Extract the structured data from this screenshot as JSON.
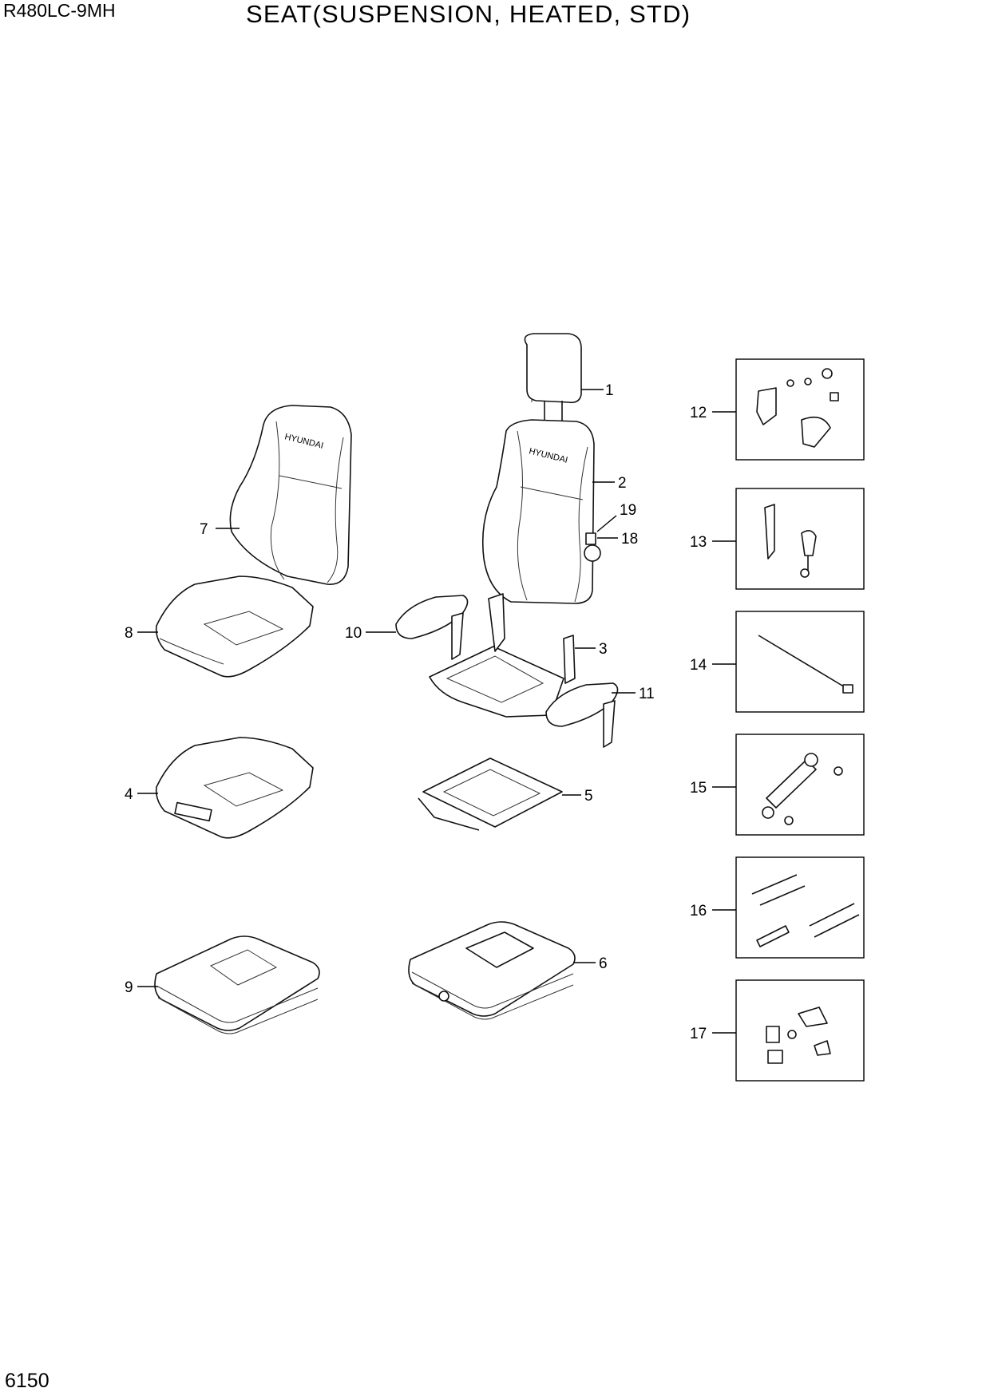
{
  "header": {
    "model": "R480LC-9MH",
    "title": "SEAT(SUSPENSION, HEATED, STD)"
  },
  "footer": {
    "page_number": "6150"
  },
  "diagram": {
    "brand_text": "HYUNDAI",
    "callouts": [
      "1",
      "2",
      "3",
      "4",
      "5",
      "6",
      "7",
      "8",
      "9",
      "10",
      "11",
      "12",
      "13",
      "14",
      "15",
      "16",
      "17",
      "18",
      "19"
    ]
  }
}
